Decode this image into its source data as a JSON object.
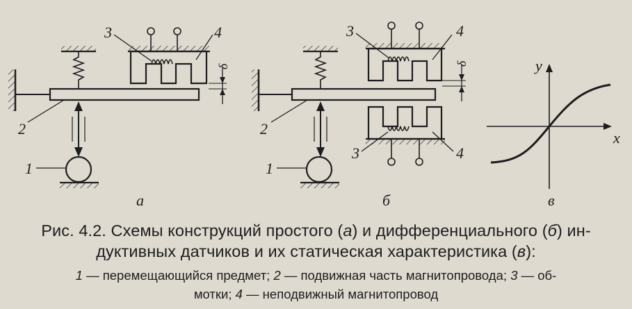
{
  "diagram": {
    "labels": {
      "one": "1",
      "two": "2",
      "three": "3",
      "four": "4",
      "delta": "δ",
      "axis_y": "y",
      "axis_x": "x"
    },
    "subfigures": {
      "a": "а",
      "b": "б",
      "c": "в"
    }
  },
  "caption": {
    "prefix": "Рис. 4.2. Схемы конструкций простого (",
    "a": "а",
    "mid1": ") и дифференциального (",
    "b": "б",
    "mid2": ") ин-",
    "line2_start": "дуктивных датчиков и их статическая характеристика (",
    "c": "в",
    "line2_end": "):"
  },
  "legend": {
    "n1": "1",
    "t1": " — перемещающийся предмет; ",
    "n2": "2",
    "t2": " — подвижная часть магнитопровода; ",
    "n3": "3",
    "t3": " — об-",
    "t3b": "мотки; ",
    "n4": "4",
    "t4": " — неподвижный магнитопровод"
  },
  "colors": {
    "paper": "#dedad0",
    "ink": "#1d1d1d"
  }
}
